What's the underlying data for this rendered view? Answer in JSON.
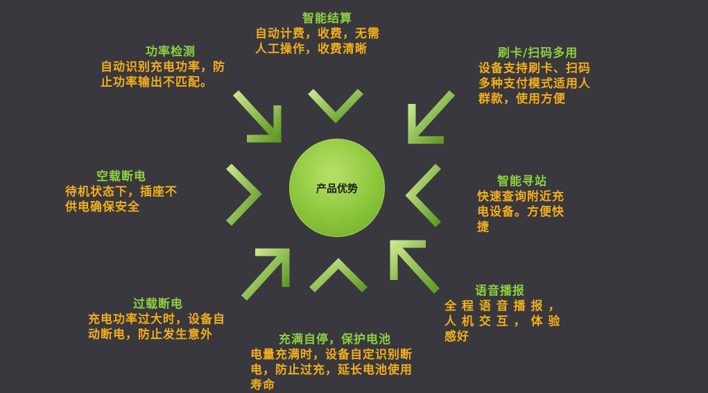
{
  "center": {
    "label": "产品优势"
  },
  "colors": {
    "background": "#39383e",
    "title": "#8dcf3f",
    "body": "#f3ae1a",
    "arrow_light": "#c7e68c",
    "arrow_dark": "#5e9a24"
  },
  "features": [
    {
      "id": "billing",
      "title": "智能结算",
      "body": "自动计费，收费，无需\n人工操作，收费清晰"
    },
    {
      "id": "power",
      "title": "功率检测",
      "body": "自动识别充电功率，防\n止功率输出不匹配。"
    },
    {
      "id": "card",
      "title": "刷卡/扫码多用",
      "body": "设备支持刷卡、扫码\n多种支付模式适用人\n群款，使用方便"
    },
    {
      "id": "idle",
      "title": "空载断电",
      "body": "待机状态下，插座不\n供电确保安全"
    },
    {
      "id": "finder",
      "title": "智能寻站",
      "body": "快速查询附近充\n电设备。方便快\n捷"
    },
    {
      "id": "overload",
      "title": "过载断电",
      "body": "充电功率过大时，设备自\n动断电，防止发生意外"
    },
    {
      "id": "full",
      "title": "充满自停，保护电池",
      "body": "电量充满时，设备自定识别断\n电，防止过充，延长电池使用\n寿命"
    },
    {
      "id": "voice",
      "title": "语音播报",
      "body": "全 程 语 音 播 报 ，\n人 机 交 互 ， 体 验\n感好"
    }
  ]
}
